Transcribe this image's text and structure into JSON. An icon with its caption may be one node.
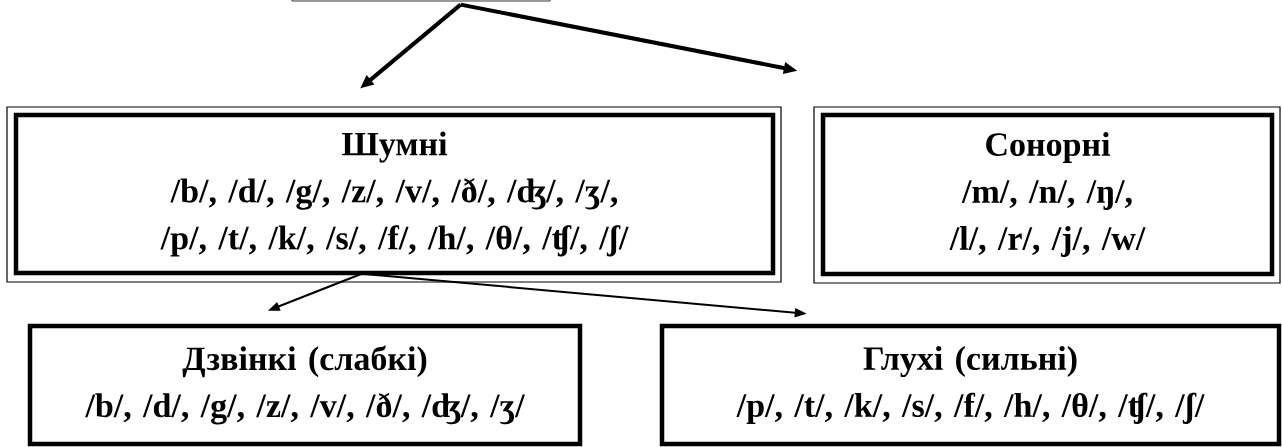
{
  "diagram": {
    "nodes": [
      {
        "text": [],
        "shape": "box"
      },
      {
        "text": [
          "Шумні",
          "/b/, /d/, /g/, /z/, /v/, /ð/, /ʤ/, /ʒ/, /p/, /t/, /k/, /s/, /f/, /h/, /θ/, /ʧ/, /ʃ/"
        ]
      },
      {
        "text": [
          "Сонорні",
          "/m/, /n/, /ŋ/, /l/, /r/, /j/, /w/"
        ]
      },
      {
        "text": [
          "Дзвінкі (слабкі)",
          "/b/, /d/, /g/, /z/, /v/, /ð/, /ʤ/, /ʒ/"
        ]
      },
      {
        "text": [
          "Глухі (сильні)",
          "/p/, /t/, /k/, /s/, /f/, /h/, /θ/, /ʧ/, /ʃ/"
        ]
      }
    ],
    "edges": [
      {
        "from": 0,
        "to": 1,
        "arrow": "to",
        "style": "thick"
      },
      {
        "from": 0,
        "to": 2,
        "arrow": "to",
        "style": "thick"
      },
      {
        "from": 1,
        "to": 3,
        "arrow": "to"
      },
      {
        "from": 1,
        "to": 4,
        "arrow": "to"
      }
    ]
  }
}
